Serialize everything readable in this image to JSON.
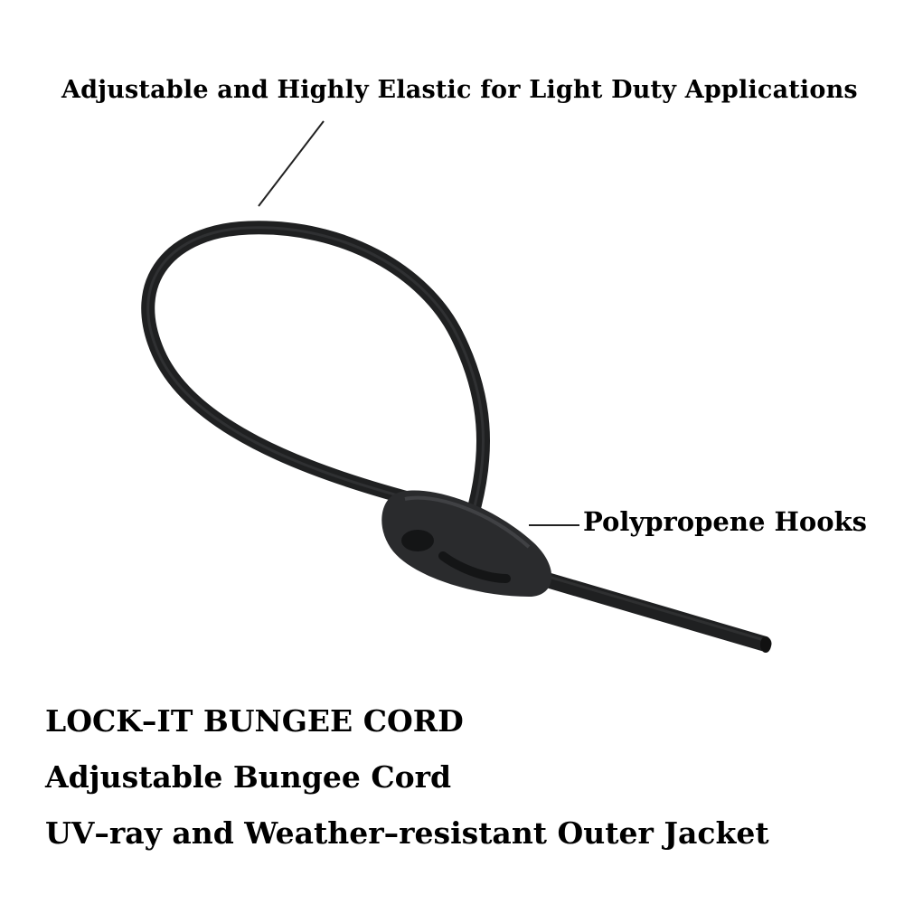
{
  "callouts": {
    "top": "Adjustable and Highly Elastic for Light Duty Applications",
    "hooks": "Polypropene Hooks"
  },
  "headline": {
    "title": "LOCK–IT BUNGEE CORD",
    "subtitle": "Adjustable Bungee Cord",
    "feature": "UV–ray and Weather–resistant Outer Jacket"
  },
  "colors": {
    "background": "#ffffff",
    "cord": "#1f2021",
    "clip": "#2a2b2d",
    "text": "#000000"
  }
}
